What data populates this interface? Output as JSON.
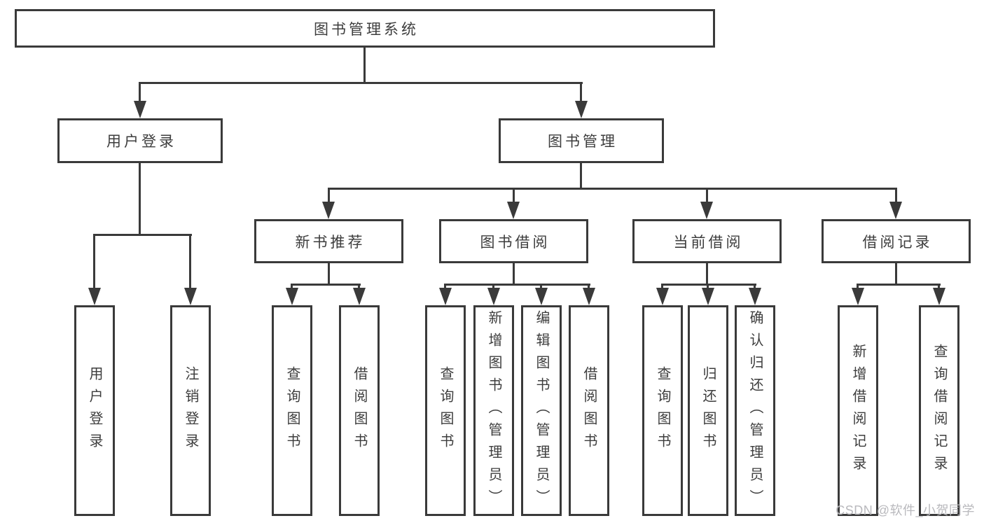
{
  "diagram": {
    "title": "图书管理系统",
    "type": "hierarchy-tree",
    "tree": {
      "label": "图书管理系统",
      "children": [
        {
          "label": "用户登录",
          "children": [
            {
              "label": "用户登录"
            },
            {
              "label": "注销登录"
            }
          ]
        },
        {
          "label": "图书管理",
          "children": [
            {
              "label": "新书推荐",
              "children": [
                {
                  "label": "查询图书"
                },
                {
                  "label": "借阅图书"
                }
              ]
            },
            {
              "label": "图书借阅",
              "children": [
                {
                  "label": "查询图书"
                },
                {
                  "label": "新增图书（管理员）"
                },
                {
                  "label": "编辑图书（管理员）"
                },
                {
                  "label": "借阅图书"
                }
              ]
            },
            {
              "label": "当前借阅",
              "children": [
                {
                  "label": "查询图书"
                },
                {
                  "label": "归还图书"
                },
                {
                  "label": "确认归还（管理员）"
                }
              ]
            },
            {
              "label": "借阅记录",
              "children": [
                {
                  "label": "新增借阅记录"
                },
                {
                  "label": "查询借阅记录"
                }
              ]
            }
          ]
        }
      ]
    },
    "colors": {
      "line": "#3a3a3a",
      "text": "#3d3d3d",
      "box_background": "#ffffff",
      "page_background": "#ffffff",
      "watermark": "#b9b9bd"
    }
  },
  "watermark": {
    "text": "CSDN @软件_小贺同学"
  }
}
